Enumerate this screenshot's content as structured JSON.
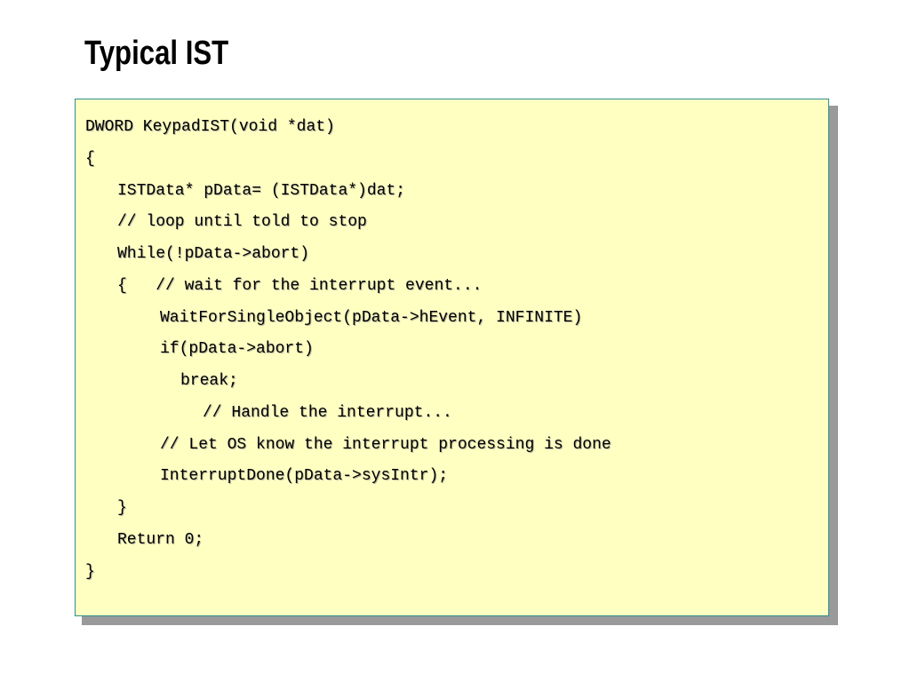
{
  "slide": {
    "title": "Typical IST"
  },
  "code": {
    "lines": [
      "DWORD KeypadIST(void *dat)",
      "{",
      "ISTData* pData= (ISTData*)dat;",
      "// loop until told to stop",
      "While(!pData->abort)",
      "{   // wait for the interrupt event...",
      "WaitForSingleObject(pData->hEvent, INFINITE)",
      "if(pData->abort)",
      "break;",
      "// Handle the interrupt...",
      "// Let OS know the interrupt processing is done",
      "InterruptDone(pData->sysIntr);",
      "}",
      "Return 0;",
      "}"
    ]
  },
  "colors": {
    "code_background": "#ffffc2",
    "code_border": "#2f8e8e",
    "shadow": "#9a9a9a",
    "text": "#000000"
  }
}
